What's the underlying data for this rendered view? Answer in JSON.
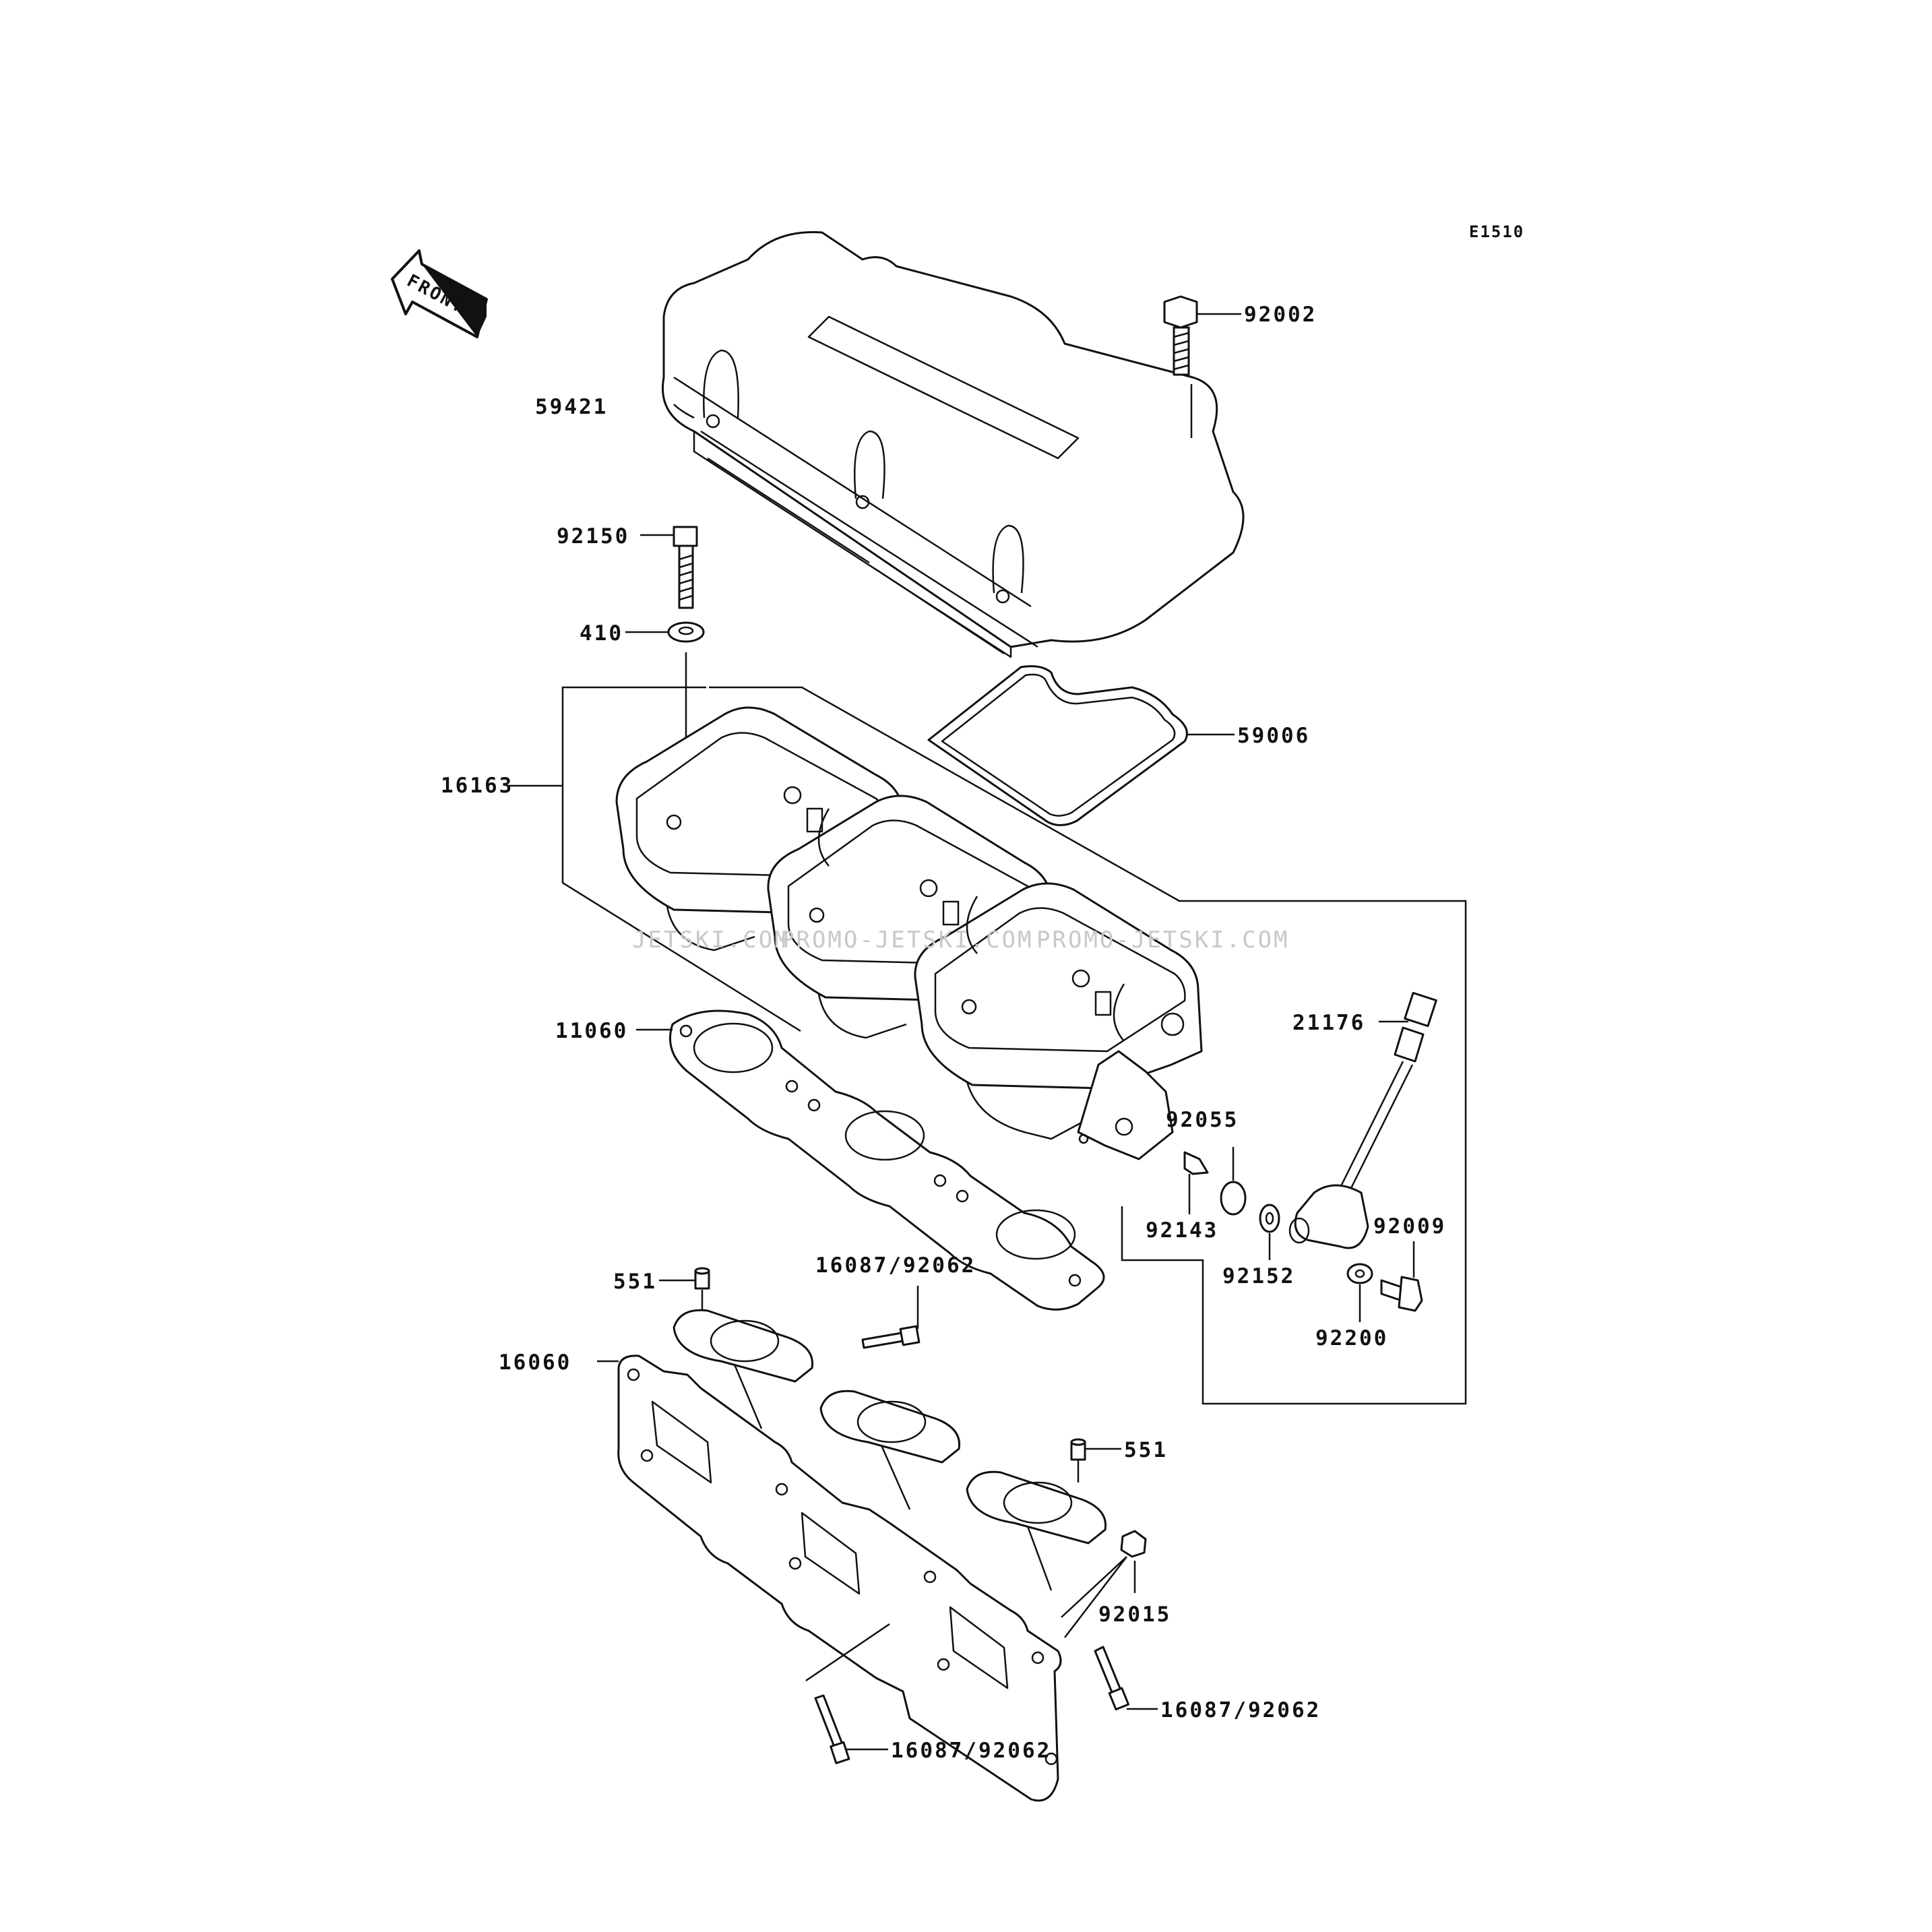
{
  "diagram_code": "E1510",
  "front_label": "FRONT",
  "watermarks": [
    "JETSKI.COM",
    "PROMO-JETSKI.COM",
    "PROMO-JETSKI.COM"
  ],
  "callouts": {
    "c92002": "92002",
    "c59421": "59421",
    "c92150": "92150",
    "c410": "410",
    "c59006": "59006",
    "c16163": "16163",
    "c11060": "11060",
    "c21176": "21176",
    "c92055": "92055",
    "c92143": "92143",
    "c92152": "92152",
    "c92009": "92009",
    "c92200": "92200",
    "c551a": "551",
    "c16087a": "16087/92062",
    "c16060": "16060",
    "c551b": "551",
    "c92015": "92015",
    "c16087b": "16087/92062",
    "c16087c": "16087/92062"
  }
}
